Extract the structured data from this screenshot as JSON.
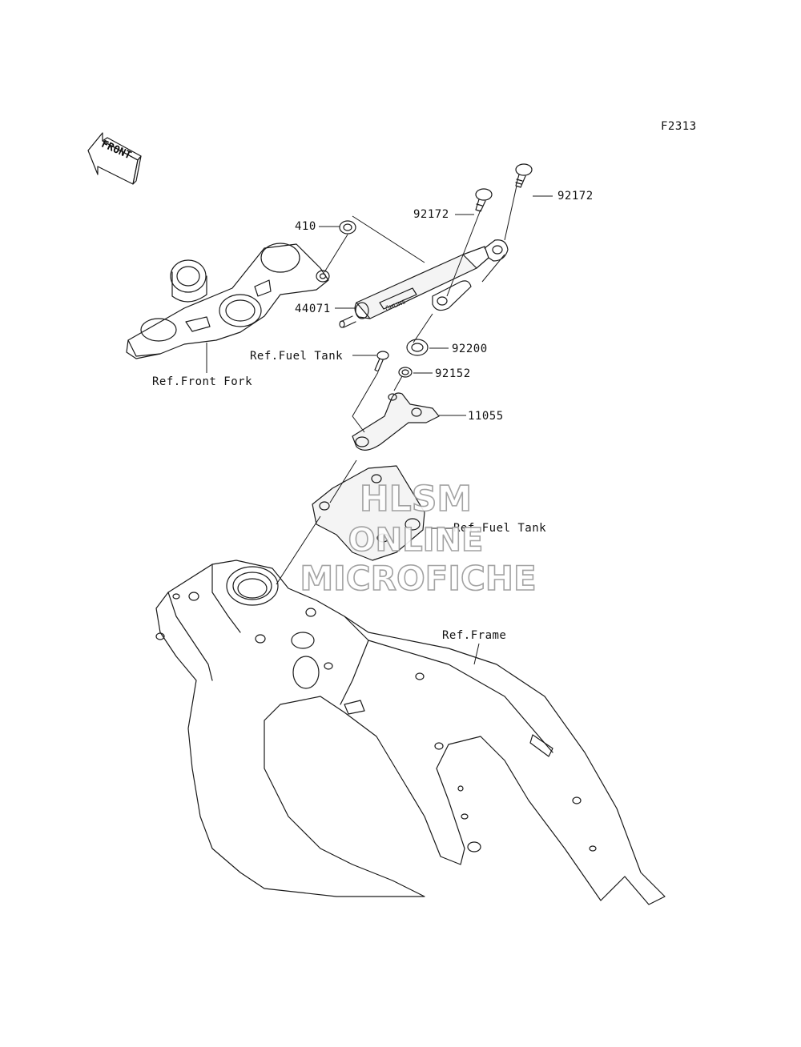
{
  "figure_code": "F2313",
  "front_arrow_text": "FRONT",
  "callouts": {
    "bolt_top_right": "92172",
    "bolt_top_mid": "92172",
    "washer_410": "410",
    "damper": "44071",
    "washer_92200": "92200",
    "nut_92152": "92152",
    "bracket": "11055"
  },
  "references": {
    "front_fork": "Ref.Front Fork",
    "fuel_tank_bolt": "Ref.Fuel Tank",
    "fuel_tank_bracket": "Ref.Fuel Tank",
    "frame": "Ref.Frame"
  },
  "watermark": {
    "line1": "HLSM",
    "line2": "ONLINE",
    "line3": "MICROFICHE"
  },
  "damper_brand": "ÖHLINS"
}
